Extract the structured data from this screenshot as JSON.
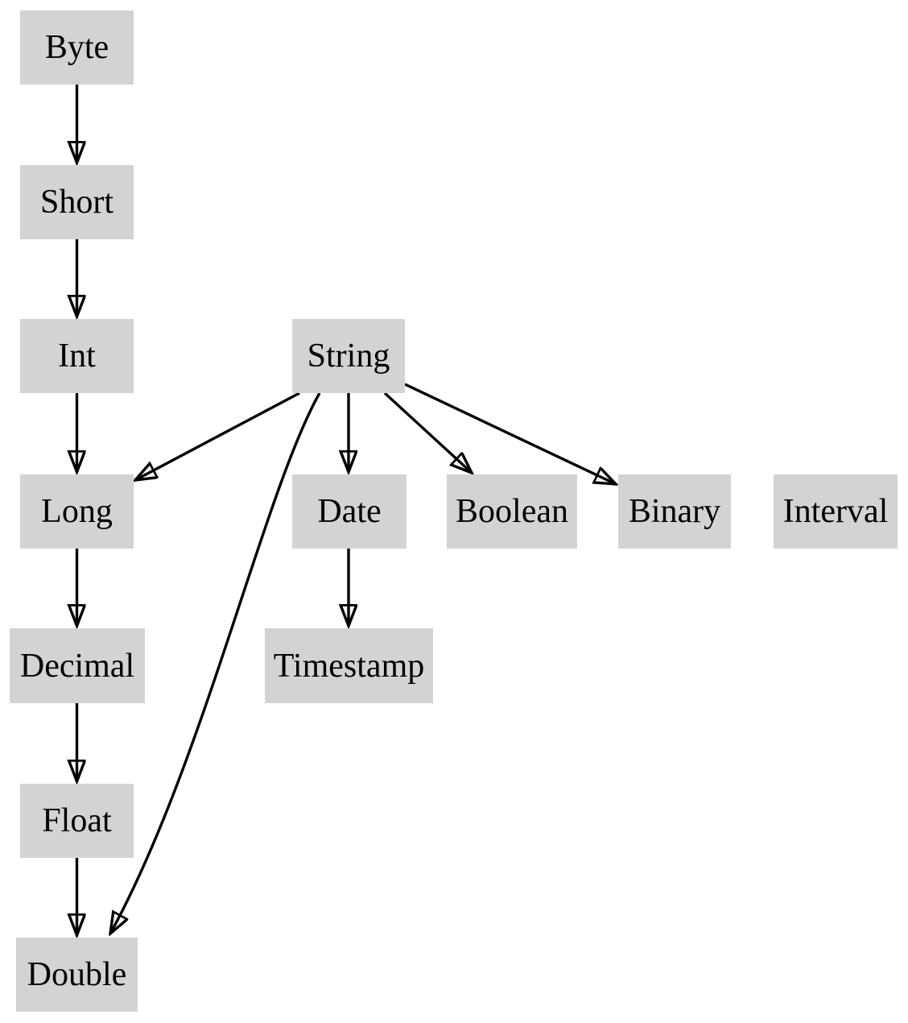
{
  "diagram": {
    "type": "directed-graph",
    "background_color": "#ffffff",
    "node_fill_color": "#d3d3d3",
    "edge_color": "#000000",
    "text_color": "#000000",
    "nodes": [
      {
        "id": "byte",
        "label": "Byte"
      },
      {
        "id": "short",
        "label": "Short"
      },
      {
        "id": "int",
        "label": "Int"
      },
      {
        "id": "string",
        "label": "String"
      },
      {
        "id": "long",
        "label": "Long"
      },
      {
        "id": "date",
        "label": "Date"
      },
      {
        "id": "boolean",
        "label": "Boolean"
      },
      {
        "id": "binary",
        "label": "Binary"
      },
      {
        "id": "interval",
        "label": "Interval"
      },
      {
        "id": "decimal",
        "label": "Decimal"
      },
      {
        "id": "timestamp",
        "label": "Timestamp"
      },
      {
        "id": "float",
        "label": "Float"
      },
      {
        "id": "double",
        "label": "Double"
      }
    ],
    "edges": [
      {
        "from": "Byte",
        "to": "Short"
      },
      {
        "from": "Short",
        "to": "Int"
      },
      {
        "from": "Int",
        "to": "Long"
      },
      {
        "from": "Long",
        "to": "Decimal"
      },
      {
        "from": "Decimal",
        "to": "Float"
      },
      {
        "from": "Float",
        "to": "Double"
      },
      {
        "from": "String",
        "to": "Long"
      },
      {
        "from": "String",
        "to": "Date"
      },
      {
        "from": "String",
        "to": "Boolean"
      },
      {
        "from": "String",
        "to": "Binary"
      },
      {
        "from": "String",
        "to": "Double"
      },
      {
        "from": "Date",
        "to": "Timestamp"
      }
    ]
  }
}
